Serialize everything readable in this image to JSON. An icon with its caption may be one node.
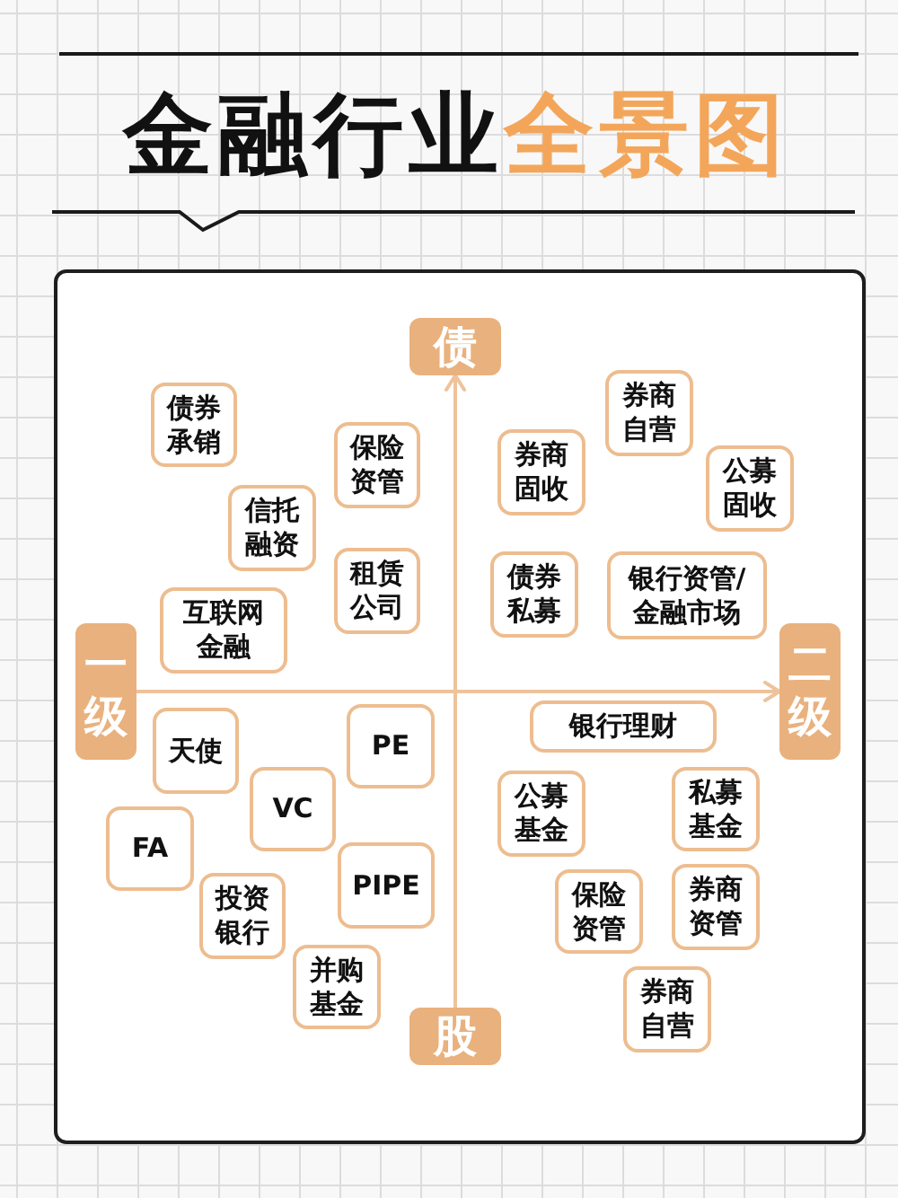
{
  "diagram": {
    "title": "金融行业全景图",
    "nodes": [
      {
        "text": [
          "债"
        ]
      },
      {
        "text": [
          "券商自营"
        ]
      },
      {
        "text": [
          "债券承销"
        ]
      },
      {
        "text": [
          "保险资管"
        ]
      },
      {
        "text": [
          "券商固收"
        ]
      },
      {
        "text": [
          "公募固收"
        ]
      },
      {
        "text": [
          "信托融资"
        ]
      },
      {
        "text": [
          "租赁公司"
        ]
      },
      {
        "text": [
          "债券私募"
        ]
      },
      {
        "text": [
          "银行资管/金融市场"
        ]
      },
      {
        "text": [
          "互联网金融"
        ]
      },
      {
        "text": [
          "一级"
        ]
      },
      {
        "text": [
          "二级"
        ]
      },
      {
        "text": [
          "银行理财"
        ]
      },
      {
        "text": [
          "PE"
        ]
      },
      {
        "text": [
          "天使"
        ]
      },
      {
        "text": [
          "私募基金"
        ]
      },
      {
        "text": [
          "公募基金"
        ]
      },
      {
        "text": [
          "VC"
        ]
      },
      {
        "text": [
          "FA"
        ]
      },
      {
        "text": [
          "券商资管"
        ]
      },
      {
        "text": [
          "PIPE"
        ]
      },
      {
        "text": [
          "保险资管"
        ]
      },
      {
        "text": [
          "投资银行"
        ]
      },
      {
        "text": [
          "并购基金"
        ]
      },
      {
        "text": [
          "券商自营"
        ]
      },
      {
        "text": [
          "股"
        ]
      }
    ],
    "edges": [
      {
        "from": 26,
        "to": 0,
        "arrow": "to"
      },
      {
        "from": 11,
        "to": 12,
        "arrow": "to"
      }
    ]
  }
}
